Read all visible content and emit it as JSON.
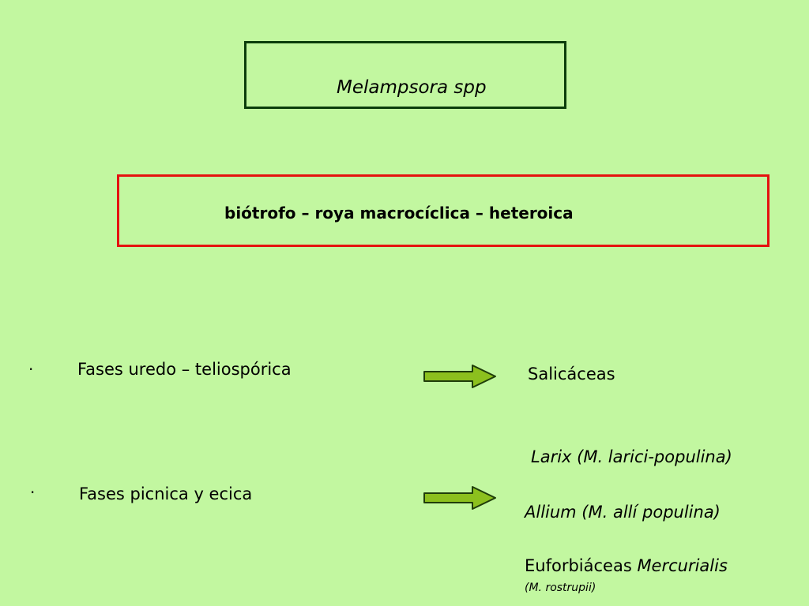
{
  "slide": {
    "title_genus": "Melampsora",
    "title_suffix": " spp",
    "subtitle": "biótrofo – roya macrocíclica – heteroica",
    "rows": [
      {
        "bullet": "·",
        "label": "Fases uredo  –  teliospórica",
        "host": "Salicáceas"
      },
      {
        "bullet": "·",
        "label": "Fases picnica y ecica",
        "hosts": [
          "Larix (M. larici-populina)",
          "Allium (M. allí populina)"
        ],
        "host3_plain": "Euforbiáceas ",
        "host3_italic": "Mercurialis",
        "host3_note": "(M. rostrupii)"
      }
    ]
  },
  "colors": {
    "background": "#c2f7a0",
    "title_border": "#0b3d0b",
    "subtitle_border": "#e5120f",
    "arrow_fill": "#8cc01e",
    "arrow_stroke": "#1f3d0a"
  },
  "icons": {
    "arrow": "right-arrow-icon"
  }
}
